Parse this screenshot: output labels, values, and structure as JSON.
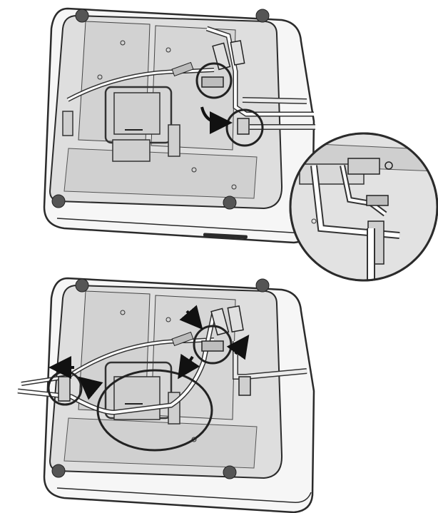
{
  "diagram": {
    "panels": [
      {
        "name": "step-one",
        "highlights": [
          "connector-circle",
          "cable-clip-circle",
          "zoom-detail-circle"
        ],
        "arrow_count": 1
      },
      {
        "name": "step-two",
        "highlights": [
          "connector-circle",
          "side-clip-circle",
          "center-routing-ellipse"
        ],
        "arrow_count": 5
      }
    ],
    "colors": {
      "outline": "#2b2b2b",
      "body": "#e9e9e9",
      "shell": "#f4f4f4",
      "panel": "#d6d6d6",
      "cable": "#ffffff",
      "arrow": "#111111"
    }
  }
}
